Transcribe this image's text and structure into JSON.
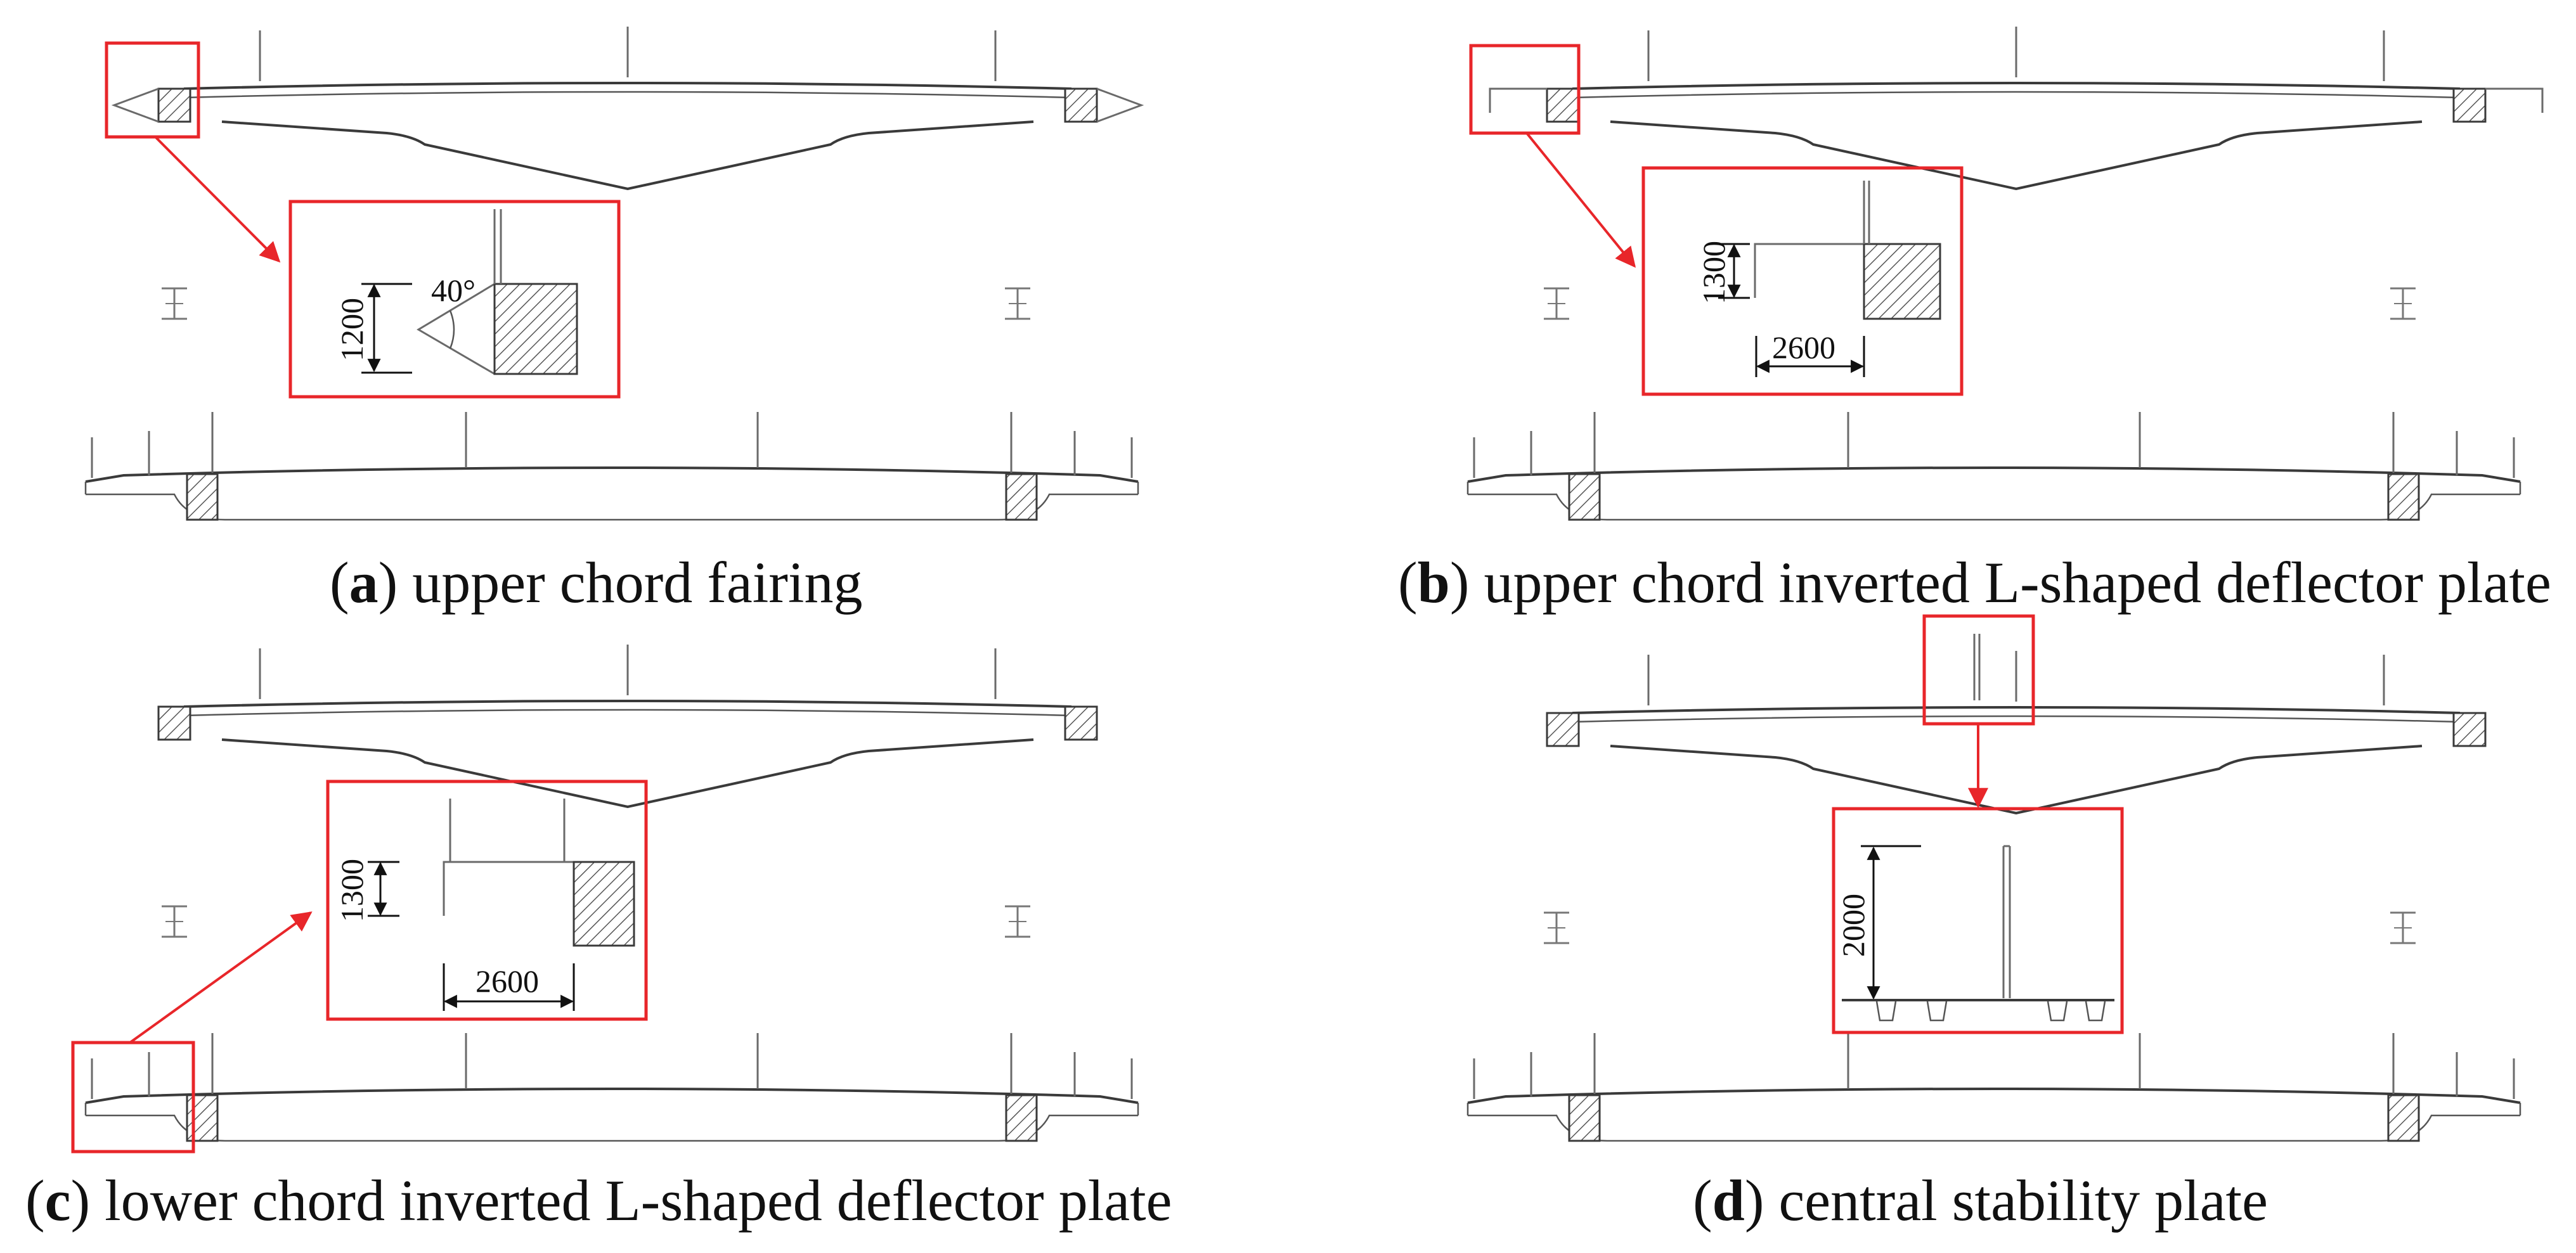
{
  "panels": [
    {
      "letter": "a",
      "caption_rest": ") upper chord fairing"
    },
    {
      "letter": "b",
      "caption_rest": ") upper chord inverted L-shaped deflector plate"
    },
    {
      "letter": "c",
      "caption_rest": ") lower chord inverted L-shaped deflector plate"
    },
    {
      "letter": "d",
      "caption_rest": ") central stability plate"
    }
  ],
  "details": {
    "a": {
      "height": "1200",
      "angle": "40°"
    },
    "b": {
      "height": "1300",
      "width": "2600"
    },
    "c": {
      "height": "1300",
      "width": "2600"
    },
    "d": {
      "height": "2000"
    }
  },
  "colors": {
    "highlight": "#e8262a",
    "line": "#3a3a3a",
    "hatch": "#555555"
  }
}
